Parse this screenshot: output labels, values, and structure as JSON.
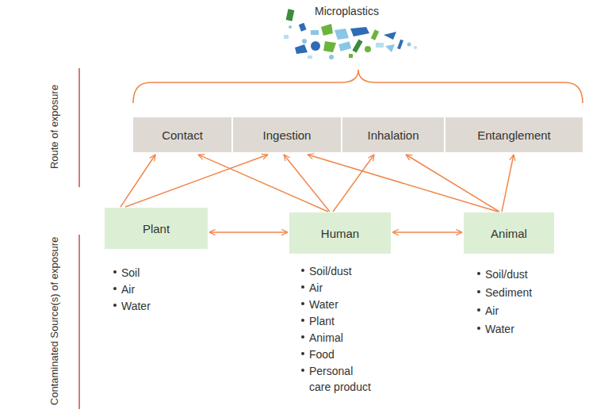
{
  "diagram": {
    "nodes": [
      {
        "text": [
          "Contact"
        ]
      },
      {
        "text": [
          "Ingestion"
        ]
      },
      {
        "text": [
          "Inhalation"
        ]
      },
      {
        "text": [
          "Entanglement"
        ]
      },
      {
        "text": [
          "Plant"
        ]
      },
      {
        "text": [
          "Human"
        ]
      },
      {
        "text": [
          "Animal"
        ]
      }
    ],
    "edges": [
      {
        "from": 4,
        "to": 0,
        "arrow": "to"
      },
      {
        "from": 4,
        "to": 1,
        "arrow": "to"
      },
      {
        "from": 5,
        "to": 0,
        "arrow": "to"
      },
      {
        "from": 5,
        "to": 1,
        "arrow": "to"
      },
      {
        "from": 5,
        "to": 2,
        "arrow": "to"
      },
      {
        "from": 6,
        "to": 1,
        "arrow": "to"
      },
      {
        "from": 6,
        "to": 2,
        "arrow": "to"
      },
      {
        "from": 6,
        "to": 3,
        "arrow": "to"
      },
      {
        "from": 4,
        "to": 5,
        "arrow": "both"
      },
      {
        "from": 5,
        "to": 6,
        "arrow": "both"
      }
    ],
    "labels": [
      "Microplastics",
      "Route of exposure",
      "Contaminated Source(s) of exposure",
      "Soil",
      "Air",
      "Water",
      "Soil/dust",
      "Air",
      "Water",
      "Plant",
      "Animal",
      "Food",
      "Personal care product",
      "Soil/dust",
      "Sediment",
      "Air",
      "Water"
    ]
  }
}
